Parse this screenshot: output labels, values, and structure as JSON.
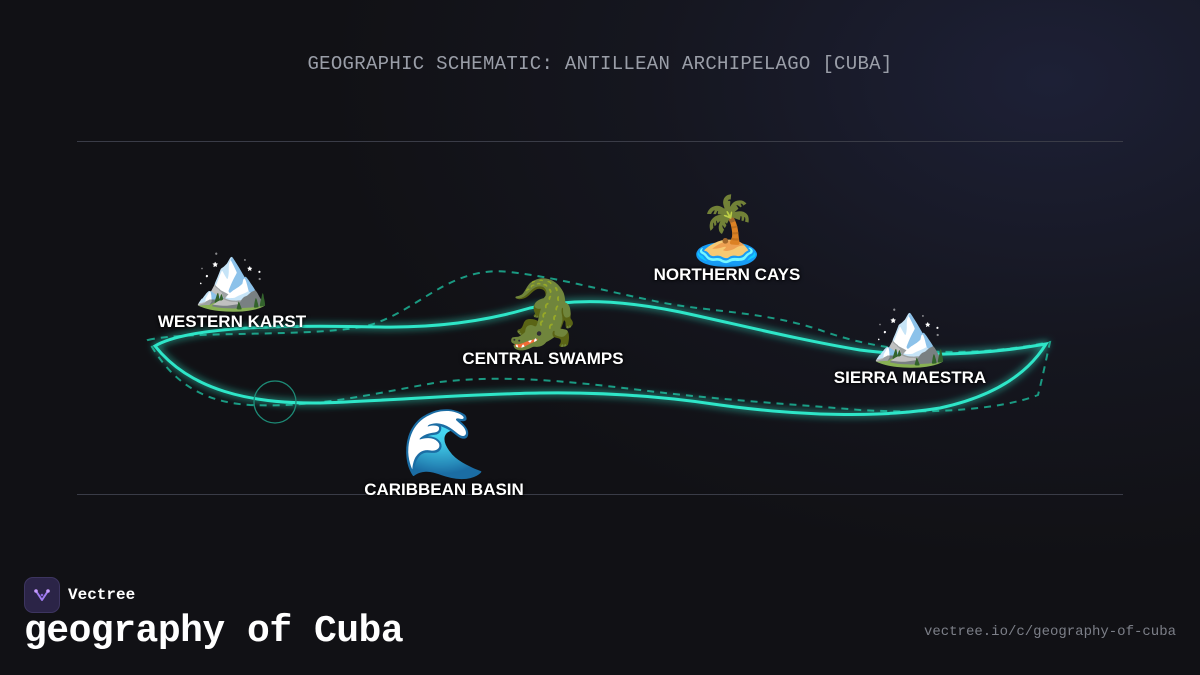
{
  "header": {
    "title": "GEOGRAPHIC SCHEMATIC: ANTILLEAN ARCHIPELAGO [CUBA]"
  },
  "regions": [
    {
      "id": "western-karst",
      "label": "WESTERN KARST",
      "icon": "snow-capped-mountain-icon",
      "emoji": "🏔️"
    },
    {
      "id": "central-swamps",
      "label": "CENTRAL SWAMPS",
      "icon": "crocodile-icon",
      "emoji": "🐊"
    },
    {
      "id": "northern-cays",
      "label": "NORTHERN CAYS",
      "icon": "desert-island-icon",
      "emoji": "🏝️"
    },
    {
      "id": "sierra-maestra",
      "label": "SIERRA MAESTRA",
      "icon": "snow-capped-mountain-icon",
      "emoji": "🏔️"
    },
    {
      "id": "caribbean-basin",
      "label": "CARIBBEAN BASIN",
      "icon": "water-wave-icon",
      "emoji": "🌊"
    }
  ],
  "colors": {
    "outline": "#2ee6c8",
    "dashed": "#1a9a82",
    "background": "#111115"
  },
  "footer": {
    "brand": "Vectree",
    "title": "geography of Cuba",
    "url": "vectree.io/c/geography-of-cuba"
  }
}
